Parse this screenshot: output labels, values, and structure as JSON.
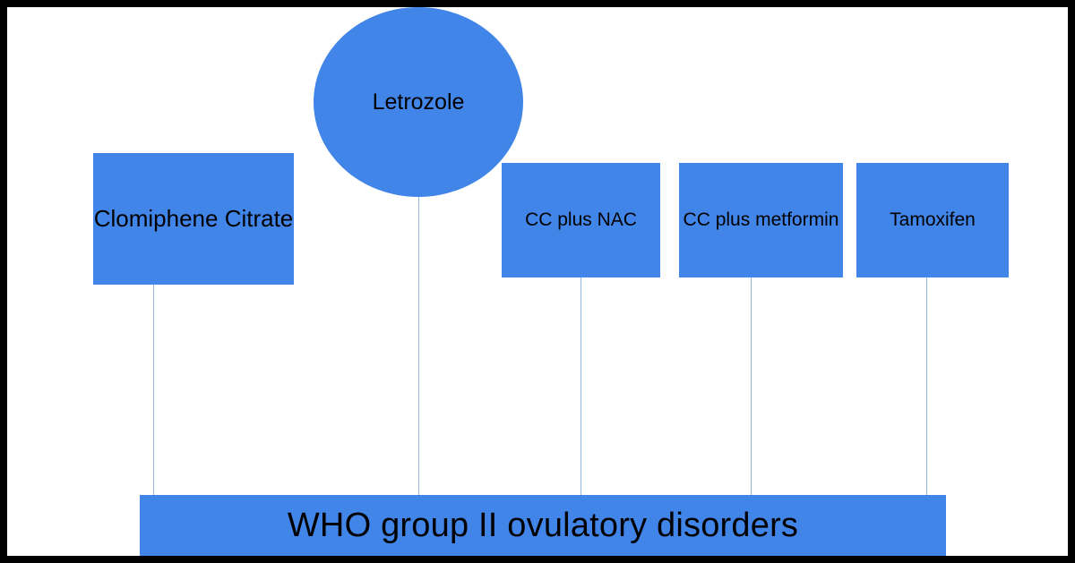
{
  "diagram": {
    "type": "flowchart",
    "background_color": "#ffffff",
    "frame_color": "#000000",
    "node_fill": "#4285e8",
    "node_text_color": "#000000",
    "connector_color": "#93b6e0",
    "base_node": {
      "label": "WHO group II ovulatory disorders",
      "shape": "rectangle"
    },
    "nodes": [
      {
        "id": "clomiphene",
        "label": "Clomiphene Citrate",
        "shape": "rectangle"
      },
      {
        "id": "letrozole",
        "label": "Letrozole",
        "shape": "circle"
      },
      {
        "id": "cc-nac",
        "label": "CC plus NAC",
        "shape": "rectangle"
      },
      {
        "id": "cc-metformin",
        "label": "CC plus metformin",
        "shape": "rectangle"
      },
      {
        "id": "tamoxifen",
        "label": "Tamoxifen",
        "shape": "rectangle"
      }
    ]
  }
}
